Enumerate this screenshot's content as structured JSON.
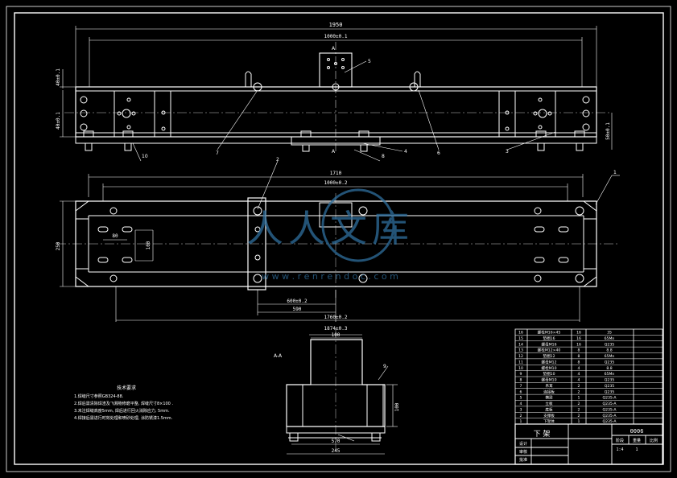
{
  "drawing": {
    "title": "下 架",
    "code": "0006",
    "scale": "1:4",
    "watermark_name": "人人文库",
    "watermark_url": "w w w . r e n r e n d o c . c o m"
  },
  "colors": {
    "background": "#000000",
    "line": "#ffffff",
    "centerline": "#ffffff",
    "watermark": "#2f6f9e"
  },
  "dims": {
    "top_overall": "1950",
    "top_inner": "1000±0.1",
    "plan_overall": "1710",
    "plan_inner": "1000±0.2",
    "plan_height": "250",
    "hole_x": "80",
    "hole_y": "100",
    "bot_a": "600±0.2",
    "bot_b": "590",
    "bot_c": "1760±0.2",
    "sec_top1": "1874±0.3",
    "sec_top2": "100",
    "sec_height": "100",
    "sec_w1": "570",
    "sec_w2": "245",
    "left_dim1": "40±0.1",
    "left_dim2": "40±0.1",
    "right_dim": "50±0.1"
  },
  "section_label": "A-A",
  "tech_req": {
    "title": "技术要求",
    "lines": [
      "1.焊缝尺寸参照GB324-88.",
      "2.焊后需清除焊渣及飞溅物修磨平整, 焊缝尺寸8×100 .",
      "3.未注焊缝高度5mm, 焊后进行回火消除应力, 5mm.",
      "4.焊接后需进行时效处理和喷砂处理, 涂防锈漆1.5mm."
    ]
  },
  "parts": [
    {
      "no": "16",
      "name": "螺栓M16×45",
      "qty": "16",
      "mat": "35"
    },
    {
      "no": "15",
      "name": "垫圈16",
      "qty": "16",
      "mat": "65Mn"
    },
    {
      "no": "14",
      "name": "螺母M16",
      "qty": "16",
      "mat": "Q235"
    },
    {
      "no": "13",
      "name": "螺栓M12×40",
      "qty": "8",
      "mat": "8.8"
    },
    {
      "no": "12",
      "name": "垫圈12",
      "qty": "8",
      "mat": "65Mn"
    },
    {
      "no": "11",
      "name": "螺母M12",
      "qty": "8",
      "mat": "Q235"
    },
    {
      "no": "10",
      "name": "螺栓M10",
      "qty": "4",
      "mat": "8.8"
    },
    {
      "no": "9",
      "name": "垫圈10",
      "qty": "4",
      "mat": "65Mn"
    },
    {
      "no": "8",
      "name": "螺母M10",
      "qty": "4",
      "mat": "Q235"
    },
    {
      "no": "7",
      "name": "吊耳",
      "qty": "2",
      "mat": "Q235"
    },
    {
      "no": "6",
      "name": "连接板",
      "qty": "2",
      "mat": "Q235"
    },
    {
      "no": "5",
      "name": "横梁",
      "qty": "1",
      "mat": "Q235-A"
    },
    {
      "no": "4",
      "name": "立板",
      "qty": "2",
      "mat": "Q235-A"
    },
    {
      "no": "3",
      "name": "底板",
      "qty": "2",
      "mat": "Q235-A"
    },
    {
      "no": "2",
      "name": "支撑板",
      "qty": "2",
      "mat": "Q235-A"
    },
    {
      "no": "1",
      "name": "下架体",
      "qty": "1",
      "mat": "Q235-A"
    }
  ],
  "title_block": {
    "h_stage": "阶段",
    "h_weight": "重量",
    "h_scale": "比例",
    "qty": "1",
    "r_design": "设计",
    "r_check": "审核",
    "r_approve": "批准"
  },
  "labels": {
    "a_mark": "A",
    "b_mark": "A",
    "n1": "1",
    "n2": "2",
    "n3": "3",
    "n4": "4",
    "n5": "5",
    "n6": "6",
    "n7": "7",
    "n8": "8",
    "n9": "9",
    "n10": "10"
  }
}
